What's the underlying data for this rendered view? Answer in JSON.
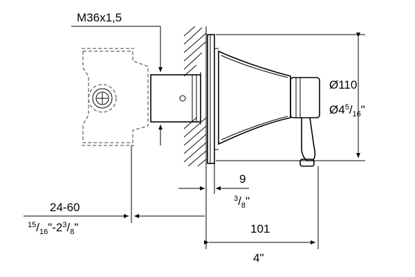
{
  "labels": {
    "thread": "M36x1,5",
    "dia_mm": "Ø110",
    "dia_in_whole": "Ø4",
    "dia_in_num": "5",
    "dia_in_den": "16",
    "dia_in_unit": "\"",
    "depth_mm": "9",
    "depth_in_num": "3",
    "depth_in_den": "8",
    "depth_in_unit": "\"",
    "range_mm": "24-60",
    "range_in_a_num": "15",
    "range_in_a_den": "16",
    "range_in_mid": "\"-2",
    "range_in_b_num": "3",
    "range_in_b_den": "8",
    "range_in_unit": "\"",
    "length_mm": "101",
    "length_in": "4\""
  }
}
